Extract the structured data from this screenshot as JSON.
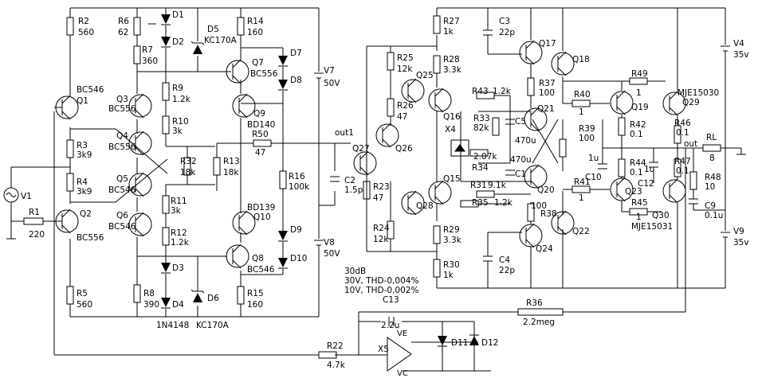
{
  "schematic": {
    "resistors": [
      {
        "id": "r2",
        "ref": "R2",
        "value": "560"
      },
      {
        "id": "r6",
        "ref": "R6",
        "value": "62"
      },
      {
        "id": "r7",
        "ref": "R7",
        "value": "360"
      },
      {
        "id": "r14",
        "ref": "R14",
        "value": "160"
      },
      {
        "id": "r9",
        "ref": "R9",
        "value": "1.2k"
      },
      {
        "id": "r10",
        "ref": "R10",
        "value": "3k"
      },
      {
        "id": "r3",
        "ref": "R3",
        "value": "3k9"
      },
      {
        "id": "r4",
        "ref": "R4",
        "value": "3k9"
      },
      {
        "id": "r1",
        "ref": "R1",
        "value": "220"
      },
      {
        "id": "r32",
        "ref": "R32",
        "value": "18k"
      },
      {
        "id": "r13",
        "ref": "R13",
        "value": "18k"
      },
      {
        "id": "r50",
        "ref": "R50",
        "value": "47"
      },
      {
        "id": "r16",
        "ref": "R16",
        "value": "100k"
      },
      {
        "id": "r11",
        "ref": "R11",
        "value": "3k"
      },
      {
        "id": "r12",
        "ref": "R12",
        "value": "1.2k"
      },
      {
        "id": "r5",
        "ref": "R5",
        "value": "560"
      },
      {
        "id": "r8",
        "ref": "R8",
        "value": "390"
      },
      {
        "id": "r15",
        "ref": "R15",
        "value": "160"
      },
      {
        "id": "r25",
        "ref": "R25",
        "value": "12k"
      },
      {
        "id": "r26",
        "ref": "R26",
        "value": "47"
      },
      {
        "id": "r23",
        "ref": "R23",
        "value": "47"
      },
      {
        "id": "r24",
        "ref": "R24",
        "value": "12k"
      },
      {
        "id": "r27",
        "ref": "R27",
        "value": "1k"
      },
      {
        "id": "r28",
        "ref": "R28",
        "value": "3.3k"
      },
      {
        "id": "r29",
        "ref": "R29",
        "value": "3.3k"
      },
      {
        "id": "r30",
        "ref": "R30",
        "value": "1k"
      },
      {
        "id": "r43",
        "ref": "R43",
        "value": "1.2k"
      },
      {
        "id": "r33",
        "ref": "R33",
        "value": "82k"
      },
      {
        "id": "r34",
        "ref": "R34",
        "value": "2.07k"
      },
      {
        "id": "r31",
        "ref": "R31",
        "value": "9.1k"
      },
      {
        "id": "r35",
        "ref": "R35",
        "value": "1.2k"
      },
      {
        "id": "r37",
        "ref": "R37",
        "value": "100"
      },
      {
        "id": "r38",
        "ref": "R38",
        "value": "100"
      },
      {
        "id": "r39",
        "ref": "R39",
        "value": "100"
      },
      {
        "id": "r40",
        "ref": "R40",
        "value": "1"
      },
      {
        "id": "r41",
        "ref": "R41",
        "value": "1"
      },
      {
        "id": "r42",
        "ref": "R42",
        "value": "0.1"
      },
      {
        "id": "r44",
        "ref": "R44",
        "value": "0.1"
      },
      {
        "id": "r45",
        "ref": "R45",
        "value": "1"
      },
      {
        "id": "r49",
        "ref": "R49",
        "value": "1"
      },
      {
        "id": "r46",
        "ref": "R46",
        "value": "0.1"
      },
      {
        "id": "r47",
        "ref": "R47",
        "value": "0.1"
      },
      {
        "id": "r48",
        "ref": "R48",
        "value": "10"
      },
      {
        "id": "rl",
        "ref": "RL",
        "value": "8"
      },
      {
        "id": "r36",
        "ref": "R36",
        "value": "2.2meg"
      },
      {
        "id": "r22",
        "ref": "R22",
        "value": "4.7k"
      }
    ],
    "capacitors": [
      {
        "id": "c2",
        "ref": "C2",
        "value": "1.5p"
      },
      {
        "id": "c3",
        "ref": "C3",
        "value": "22p"
      },
      {
        "id": "c4",
        "ref": "C4",
        "value": "22p"
      },
      {
        "id": "c5",
        "ref": "C5",
        "value": "470u"
      },
      {
        "id": "c1",
        "ref": "C1",
        "value": "470u"
      },
      {
        "id": "c10",
        "ref": "C10",
        "value": "1u"
      },
      {
        "id": "c12",
        "ref": "C12",
        "value": "1u"
      },
      {
        "id": "c9",
        "ref": "C9",
        "value": "0.1u"
      },
      {
        "id": "c13",
        "ref": "C13",
        "value": "2.2u"
      }
    ],
    "transistors": [
      {
        "id": "q1",
        "ref": "Q1",
        "part": "BC546"
      },
      {
        "id": "q2",
        "ref": "Q2",
        "part": "BC556"
      },
      {
        "id": "q3",
        "ref": "Q3",
        "part": "BC556"
      },
      {
        "id": "q4",
        "ref": "Q4",
        "part": "BC556"
      },
      {
        "id": "q5",
        "ref": "Q5",
        "part": "BC546"
      },
      {
        "id": "q6",
        "ref": "Q6",
        "part": "BC546"
      },
      {
        "id": "q7",
        "ref": "Q7",
        "part": "BC556"
      },
      {
        "id": "q8",
        "ref": "Q8",
        "part": "BC546"
      },
      {
        "id": "q9",
        "ref": "Q9",
        "part": "BD140"
      },
      {
        "id": "q10",
        "ref": "Q10",
        "part": "BD139"
      },
      {
        "id": "q15",
        "ref": "Q15",
        "part": ""
      },
      {
        "id": "q16",
        "ref": "Q16",
        "part": ""
      },
      {
        "id": "q17",
        "ref": "Q17",
        "part": ""
      },
      {
        "id": "q18",
        "ref": "Q18",
        "part": ""
      },
      {
        "id": "q19",
        "ref": "Q19",
        "part": ""
      },
      {
        "id": "q20",
        "ref": "Q20",
        "part": ""
      },
      {
        "id": "q21",
        "ref": "Q21",
        "part": ""
      },
      {
        "id": "q22",
        "ref": "Q22",
        "part": ""
      },
      {
        "id": "q23",
        "ref": "Q23",
        "part": ""
      },
      {
        "id": "q24",
        "ref": "Q24",
        "part": ""
      },
      {
        "id": "q25",
        "ref": "Q25",
        "part": ""
      },
      {
        "id": "q26",
        "ref": "Q26",
        "part": ""
      },
      {
        "id": "q27",
        "ref": "Q27",
        "part": ""
      },
      {
        "id": "q28",
        "ref": "Q28",
        "part": ""
      },
      {
        "id": "q29",
        "ref": "Q29",
        "part": "MJE15030"
      },
      {
        "id": "q30",
        "ref": "Q30",
        "part": "MJE15031"
      }
    ],
    "diodes": [
      {
        "id": "d1",
        "ref": "D1"
      },
      {
        "id": "d2",
        "ref": "D2"
      },
      {
        "id": "d3",
        "ref": "D3"
      },
      {
        "id": "d4",
        "ref": "D4"
      },
      {
        "id": "d5",
        "ref": "D5",
        "part": "KC170A"
      },
      {
        "id": "d6",
        "ref": "D6"
      },
      {
        "id": "d7",
        "ref": "D7"
      },
      {
        "id": "d8",
        "ref": "D8"
      },
      {
        "id": "d9",
        "ref": "D9"
      },
      {
        "id": "d10",
        "ref": "D10"
      },
      {
        "id": "d11",
        "ref": "D11"
      },
      {
        "id": "d12",
        "ref": "D12"
      }
    ],
    "sources": [
      {
        "id": "v1",
        "ref": "V1"
      },
      {
        "id": "v7",
        "ref": "V7",
        "value": "50V"
      },
      {
        "id": "v8",
        "ref": "V8",
        "value": "50V"
      },
      {
        "id": "v4",
        "ref": "V4",
        "value": "35v"
      },
      {
        "id": "v9",
        "ref": "V9",
        "value": "35v"
      }
    ],
    "misc": {
      "x4": "X4",
      "x5": "X5",
      "ve": "VE",
      "vc": "VC",
      "out1": "out1",
      "out": "out",
      "diode_type": "1N4148",
      "zener_type": "KC170A"
    },
    "spec_notes": [
      "30dB",
      "30V, THD-0,004%",
      "10V, THD-0,002%"
    ]
  }
}
